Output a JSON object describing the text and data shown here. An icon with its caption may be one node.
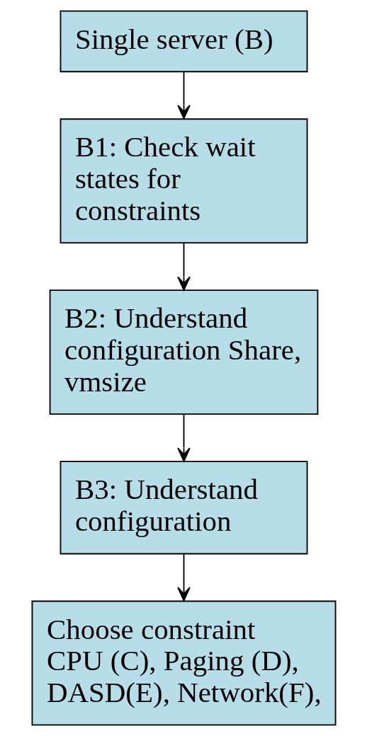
{
  "diagram": {
    "nodes": [
      {
        "text": [
          "Single server (B)"
        ]
      },
      {
        "text": [
          "B1: Check wait states for constraints"
        ]
      },
      {
        "text": [
          "B2: Understand configuration Share, vmsize"
        ]
      },
      {
        "text": [
          "B3: Understand configuration"
        ]
      },
      {
        "text": [
          "Choose constraint CPU (C), Paging (D), DASD(E), Network(F),"
        ]
      }
    ],
    "edges": [
      {
        "from": 0,
        "to": 1,
        "arrow": "to"
      },
      {
        "from": 1,
        "to": 2,
        "arrow": "to"
      },
      {
        "from": 2,
        "to": 3,
        "arrow": "to"
      },
      {
        "from": 3,
        "to": 4,
        "arrow": "to"
      }
    ]
  }
}
